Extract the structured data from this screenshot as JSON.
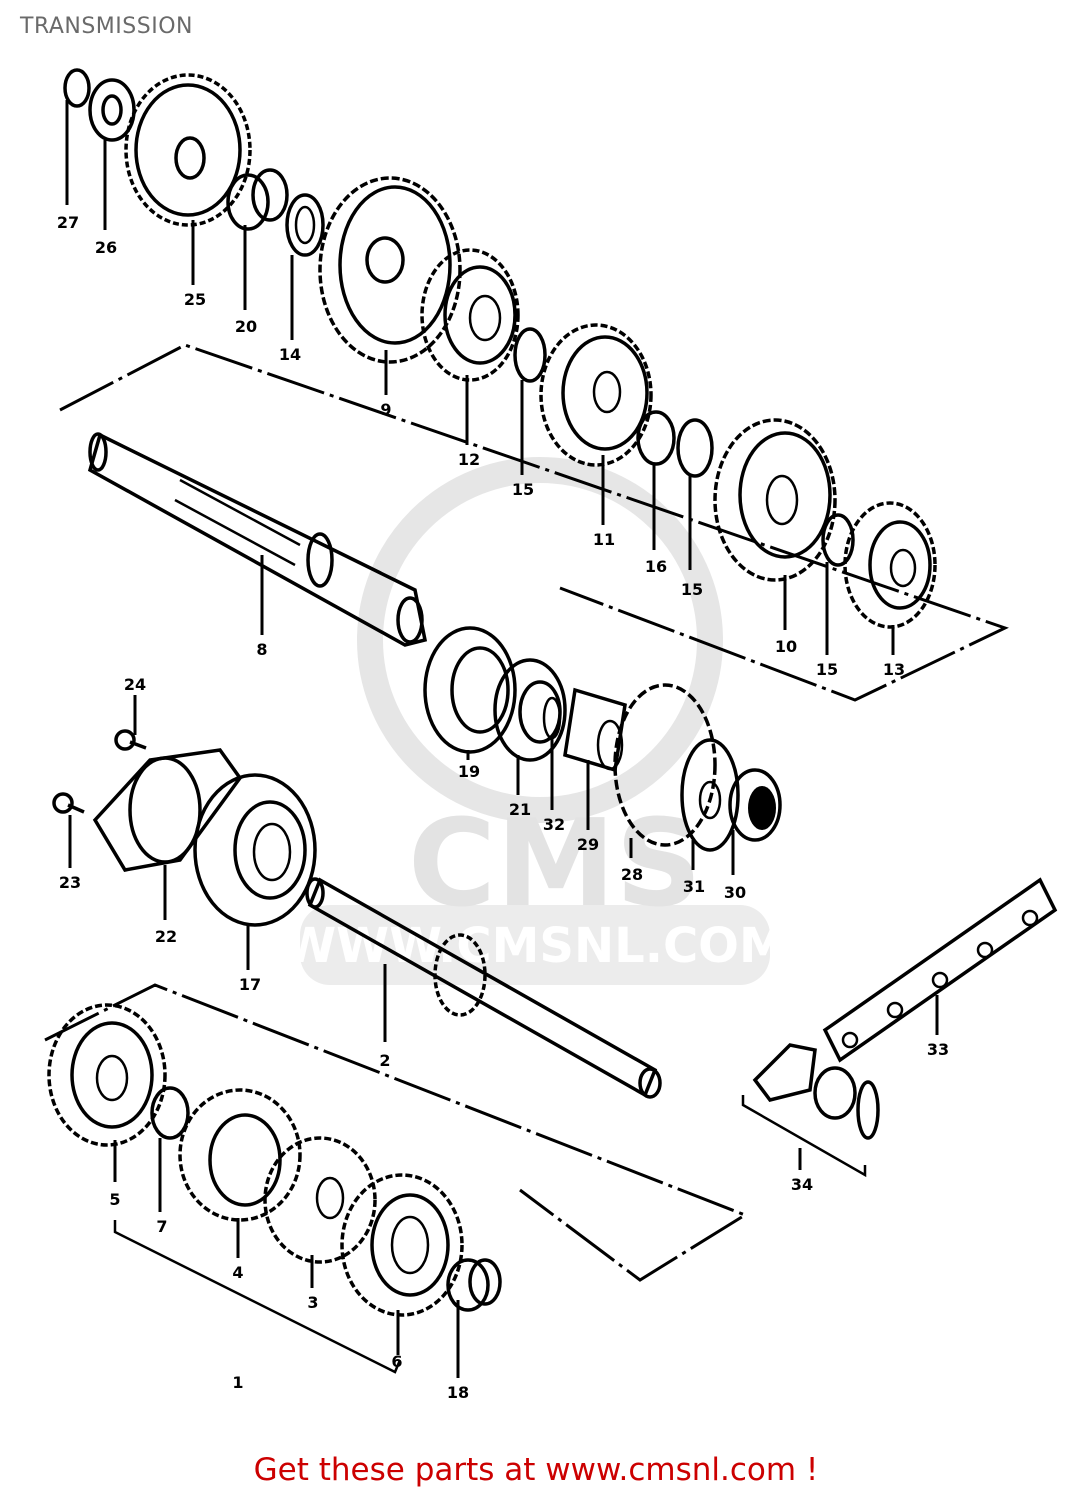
{
  "page": {
    "title": "TRANSMISSION",
    "footer_link": "Get these parts at www.cmsnl.com !",
    "footer_color": "#cc0000",
    "title_color": "#6a6a6a"
  },
  "watermark": {
    "logo_text": "CMS",
    "url_text": "WWW.CMSNL.COM",
    "color": "#e3e3e3"
  },
  "parts": [
    {
      "ref": "1",
      "label": "1"
    },
    {
      "ref": "2",
      "label": "2"
    },
    {
      "ref": "3",
      "label": "3"
    },
    {
      "ref": "4",
      "label": "4"
    },
    {
      "ref": "5",
      "label": "5"
    },
    {
      "ref": "6",
      "label": "6"
    },
    {
      "ref": "7",
      "label": "7"
    },
    {
      "ref": "8",
      "label": "8"
    },
    {
      "ref": "9",
      "label": "9"
    },
    {
      "ref": "10",
      "label": "10"
    },
    {
      "ref": "11",
      "label": "11"
    },
    {
      "ref": "12",
      "label": "12"
    },
    {
      "ref": "13",
      "label": "13"
    },
    {
      "ref": "14",
      "label": "14"
    },
    {
      "ref": "15a",
      "label": "15"
    },
    {
      "ref": "15b",
      "label": "15"
    },
    {
      "ref": "15c",
      "label": "15"
    },
    {
      "ref": "16",
      "label": "16"
    },
    {
      "ref": "17",
      "label": "17"
    },
    {
      "ref": "18",
      "label": "18"
    },
    {
      "ref": "19",
      "label": "19"
    },
    {
      "ref": "20",
      "label": "20"
    },
    {
      "ref": "21",
      "label": "21"
    },
    {
      "ref": "22",
      "label": "22"
    },
    {
      "ref": "23",
      "label": "23"
    },
    {
      "ref": "24",
      "label": "24"
    },
    {
      "ref": "25",
      "label": "25"
    },
    {
      "ref": "26",
      "label": "26"
    },
    {
      "ref": "27",
      "label": "27"
    },
    {
      "ref": "28",
      "label": "28"
    },
    {
      "ref": "29",
      "label": "29"
    },
    {
      "ref": "30",
      "label": "30"
    },
    {
      "ref": "31",
      "label": "31"
    },
    {
      "ref": "32",
      "label": "32"
    },
    {
      "ref": "33",
      "label": "33"
    },
    {
      "ref": "34",
      "label": "34"
    }
  ]
}
